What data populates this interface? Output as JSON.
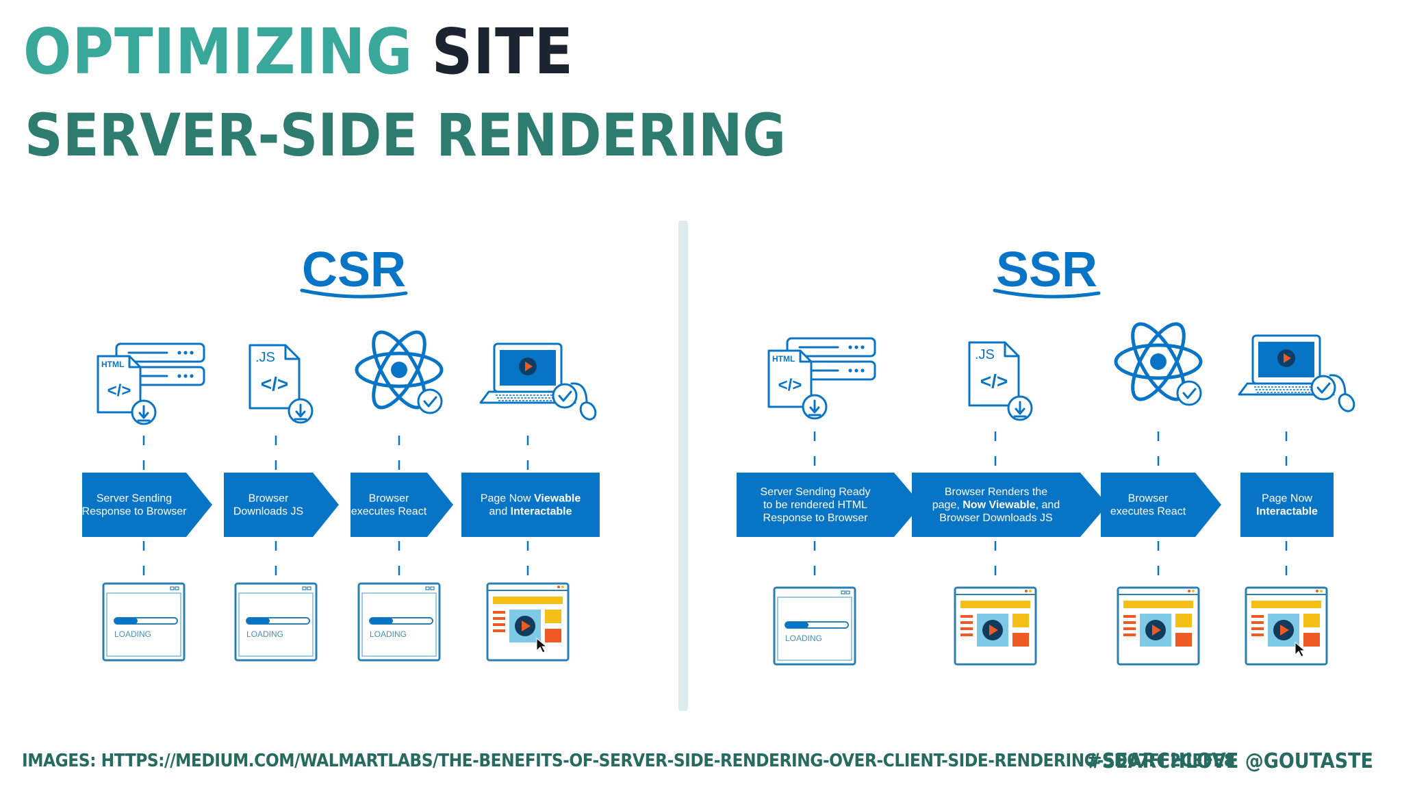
{
  "header": {
    "title_part1": "OPTIMIZING",
    "title_part2": "SITE",
    "subtitle": "SERVER-SIDE RENDERING"
  },
  "csr": {
    "heading": "CSR",
    "steps": [
      {
        "lines": [
          [
            "Server Sending"
          ],
          [
            "Response to Browser"
          ]
        ],
        "screen": "loading"
      },
      {
        "lines": [
          [
            "Browser"
          ],
          [
            "Downloads JS"
          ]
        ],
        "screen": "loading"
      },
      {
        "lines": [
          [
            "Browser"
          ],
          [
            "executes React"
          ]
        ],
        "screen": "loading"
      },
      {
        "lines": [
          [
            "Page Now ",
            "!Viewable"
          ],
          [
            "and ",
            "!Interactable"
          ]
        ],
        "screen": "video-cursor"
      }
    ]
  },
  "ssr": {
    "heading": "SSR",
    "steps": [
      {
        "lines": [
          [
            "Server Sending Ready"
          ],
          [
            "to be rendered HTML"
          ],
          [
            "Response to Browser"
          ]
        ],
        "screen": "loading"
      },
      {
        "lines": [
          [
            "Browser Renders the"
          ],
          [
            "page, ",
            "!Now Viewable",
            ", and"
          ],
          [
            "Browser Downloads JS"
          ]
        ],
        "screen": "video"
      },
      {
        "lines": [
          [
            "Browser"
          ],
          [
            "executes React"
          ]
        ],
        "screen": "video"
      },
      {
        "lines": [
          [
            "Page Now"
          ],
          [
            "!Interactable"
          ]
        ],
        "screen": "video-cursor"
      }
    ]
  },
  "icon_labels": {
    "html": "HTML",
    "js": ".JS",
    "code": "</>",
    "loading": "LOADING"
  },
  "colors": {
    "blue": "#0874c6",
    "teal": "#3aa79b",
    "dark_teal": "#2e7b70",
    "yellow": "#f4c018",
    "orange": "#ee5a24",
    "light_blue": "#7ec9e6"
  },
  "footer": {
    "images_credit": "IMAGES: HTTPS://MEDIUM.COM/WALMARTLABS/THE-BENEFITS-OF-SERVER-SIDE-RENDERING-OVER-CLIENT-SIDE-RENDERING-5D07FF2CEFE8",
    "hashtag": "#SEARCHLOVE @GOUTASTE"
  }
}
